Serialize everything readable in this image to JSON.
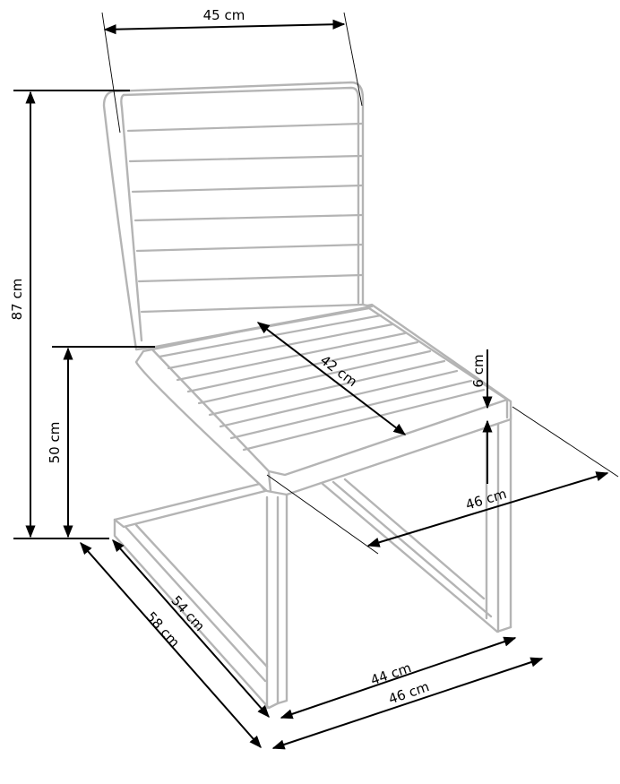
{
  "diagram": {
    "subject": "Cantilever dining chair dimension drawing",
    "line_color": "#b4b4b4",
    "dimension_color": "#000000",
    "dimensions": {
      "backrest_width": "45 cm",
      "total_height": "87 cm",
      "seat_height": "50 cm",
      "seat_depth": "42 cm",
      "seat_thickness": "6 cm",
      "seat_width": "46 cm",
      "base_depth_inner": "54 cm",
      "base_depth_outer": "58 cm",
      "base_width_inner": "44 cm",
      "base_width_outer": "46 cm"
    }
  }
}
